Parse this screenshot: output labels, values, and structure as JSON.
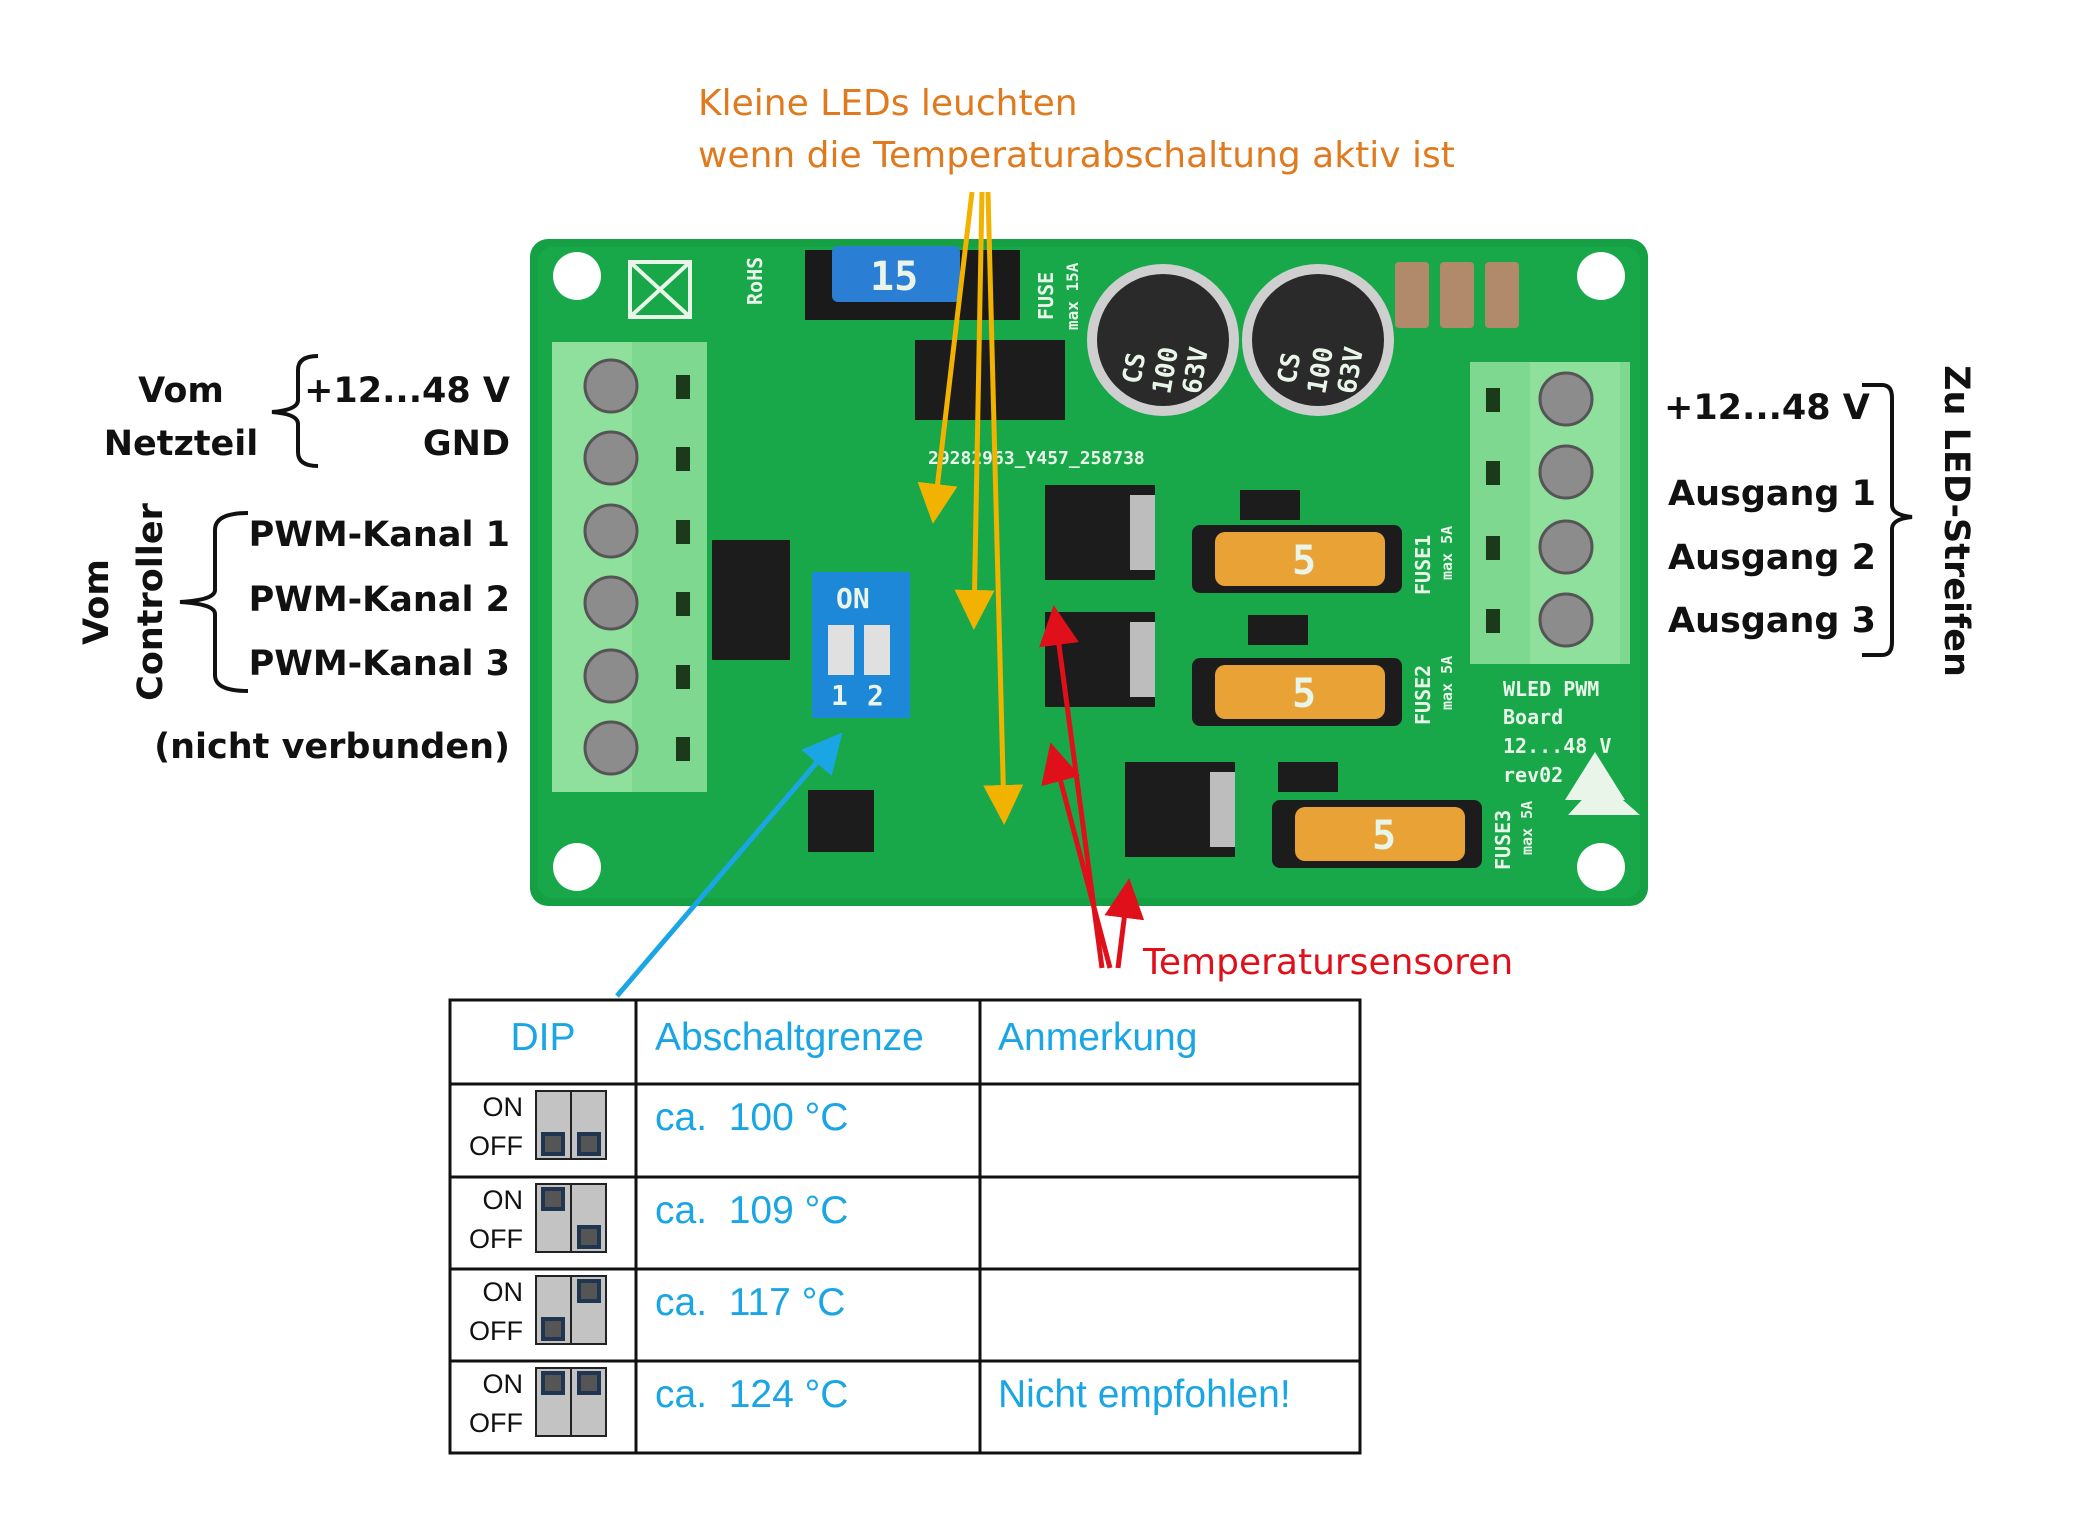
{
  "annotations": {
    "led_note_line1": "Kleine LEDs leuchten",
    "led_note_line2": "wenn die Temperaturabschaltung aktiv ist",
    "temp_sensors": "Temperatursensoren",
    "colors": {
      "led_note": "#e07a1f",
      "temp_sensors": "#e0101a",
      "dip_arrow": "#1aa6e4",
      "led_arrows": "#f2b200"
    }
  },
  "left": {
    "power_group_line1": "Vom",
    "power_group_line2": "Netzteil",
    "power_plus": "+12...48 V",
    "power_gnd": "GND",
    "controller_group_line1": "Vom",
    "controller_group_line2": "Controller",
    "pwm1": "PWM-Kanal 1",
    "pwm2": "PWM-Kanal 2",
    "pwm3": "PWM-Kanal 3",
    "nc": "(nicht verbunden)"
  },
  "right": {
    "plus": "+12...48 V",
    "out1": "Ausgang 1",
    "out2": "Ausgang 2",
    "out3": "Ausgang 3",
    "group": "Zu LED-Streifen"
  },
  "board": {
    "rohs": "RoHS",
    "fuse_main": "FUSE",
    "fuse_main_rating": "max 15A",
    "fuse_main_value": "15",
    "cap_label": [
      "CS",
      "100",
      "63V"
    ],
    "dip_on": "ON",
    "dip_nums": [
      "1",
      "2"
    ],
    "fuses": [
      {
        "name": "FUSE1",
        "rating": "max 5A",
        "value": "5"
      },
      {
        "name": "FUSE2",
        "rating": "max 5A",
        "value": "5"
      },
      {
        "name": "FUSE3",
        "rating": "max 5A",
        "value": "5"
      }
    ],
    "product": [
      "WLED PWM",
      "Board",
      "12...48 V",
      "rev02"
    ],
    "serial": "29282963_Y457_258738"
  },
  "table": {
    "headers": [
      "DIP",
      "Abschaltgrenze",
      "Anmerkung"
    ],
    "on_label": "ON",
    "off_label": "OFF",
    "rows": [
      {
        "dip": [
          "off",
          "off"
        ],
        "limit": "ca.  100 °C",
        "note": ""
      },
      {
        "dip": [
          "on",
          "off"
        ],
        "limit": "ca.  109 °C",
        "note": ""
      },
      {
        "dip": [
          "off",
          "on"
        ],
        "limit": "ca.  117 °C",
        "note": ""
      },
      {
        "dip": [
          "on",
          "on"
        ],
        "limit": "ca.  124 °C",
        "note": "Nicht empfohlen!"
      }
    ]
  }
}
